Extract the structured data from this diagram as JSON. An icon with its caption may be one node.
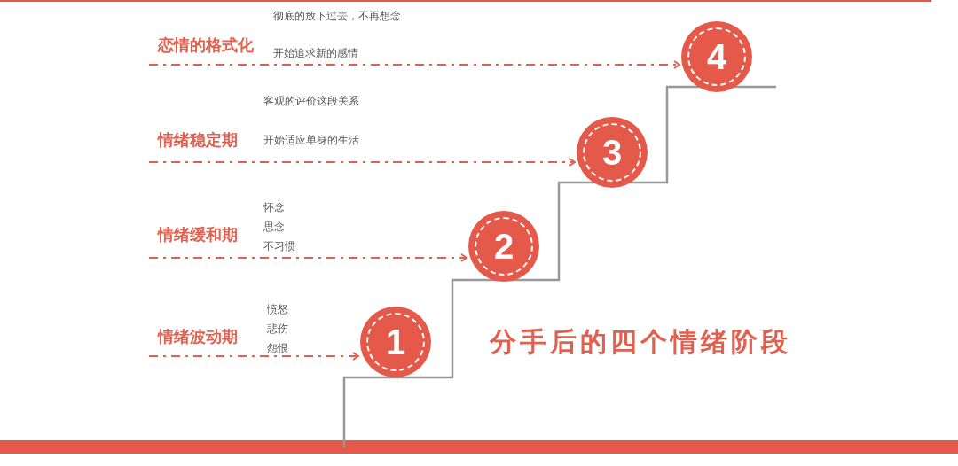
{
  "diagram": {
    "title": "分手后的四个情绪阶段",
    "nodes": [
      {
        "text": [
          "4"
        ]
      },
      {
        "text": [
          "3"
        ]
      },
      {
        "text": [
          "2"
        ]
      },
      {
        "text": [
          "1"
        ]
      }
    ],
    "edges": [
      {
        "from": null,
        "to": 0,
        "arrow": "to",
        "style": "dashed"
      },
      {
        "from": null,
        "to": 1,
        "arrow": "to",
        "style": "dashed"
      },
      {
        "from": null,
        "to": 2,
        "arrow": "to",
        "style": "dashed"
      },
      {
        "from": null,
        "to": 3,
        "arrow": "to",
        "style": "dashed"
      }
    ],
    "labels": [
      "彻底的放下过去，不再想念",
      "恋情的格式化",
      "开始追求新的感情",
      "客观的评价这段关系",
      "情绪稳定期",
      "开始适应单身的生活",
      "怀念",
      "情绪缓和期",
      "思念",
      "不习惯",
      "愤怒",
      "情绪波动期",
      "悲伤",
      "怨恨"
    ]
  }
}
